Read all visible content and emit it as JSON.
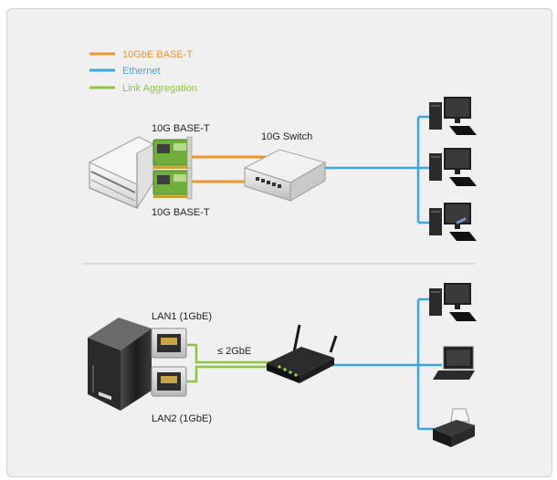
{
  "colors": {
    "ten_gbe": "#f0952a",
    "ethernet": "#3ba6e6",
    "link_aggregation": "#8cc63f"
  },
  "legend": [
    {
      "label": "10GbE BASE-T",
      "color": "#f0952a"
    },
    {
      "label": "Ethernet",
      "color": "#3ba6e6"
    },
    {
      "label": "Link Aggregation",
      "color": "#8cc63f"
    }
  ],
  "top_section": {
    "nic_top_label": "10G BASE-T",
    "nic_bottom_label": "10G BASE-T",
    "switch_label": "10G Switch",
    "clients": [
      "desktop-pc",
      "desktop-pc",
      "desktop-pc"
    ]
  },
  "bottom_section": {
    "lan1_label": "LAN1 (1GbE)",
    "lan2_label": "LAN2 (1GbE)",
    "aggregate_label": "≤ 2GbE",
    "clients": [
      "desktop-pc",
      "laptop",
      "printer"
    ]
  }
}
